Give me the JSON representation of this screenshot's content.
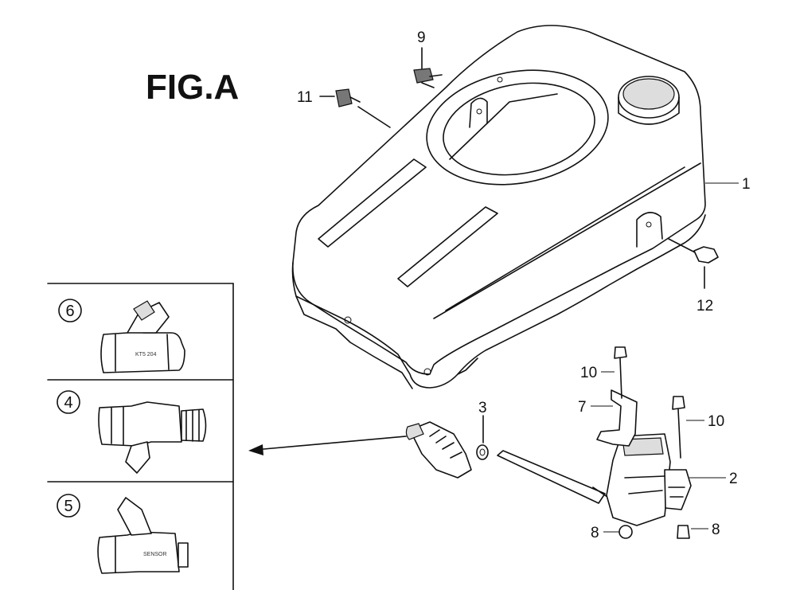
{
  "figure": {
    "title": "FIG.A"
  },
  "callouts": [
    {
      "id": "c1",
      "text": "1"
    },
    {
      "id": "c2",
      "text": "2"
    },
    {
      "id": "c3",
      "text": "3"
    },
    {
      "id": "c7",
      "text": "7"
    },
    {
      "id": "c8a",
      "text": "8"
    },
    {
      "id": "c8b",
      "text": "8"
    },
    {
      "id": "c9",
      "text": "9"
    },
    {
      "id": "c10a",
      "text": "10"
    },
    {
      "id": "c10b",
      "text": "10"
    },
    {
      "id": "c11",
      "text": "11"
    },
    {
      "id": "c12",
      "text": "12"
    }
  ],
  "variants": [
    {
      "number": "6",
      "marking": "KT5 204"
    },
    {
      "number": "4",
      "marking": ""
    },
    {
      "number": "5",
      "marking": "SENSOR"
    }
  ]
}
